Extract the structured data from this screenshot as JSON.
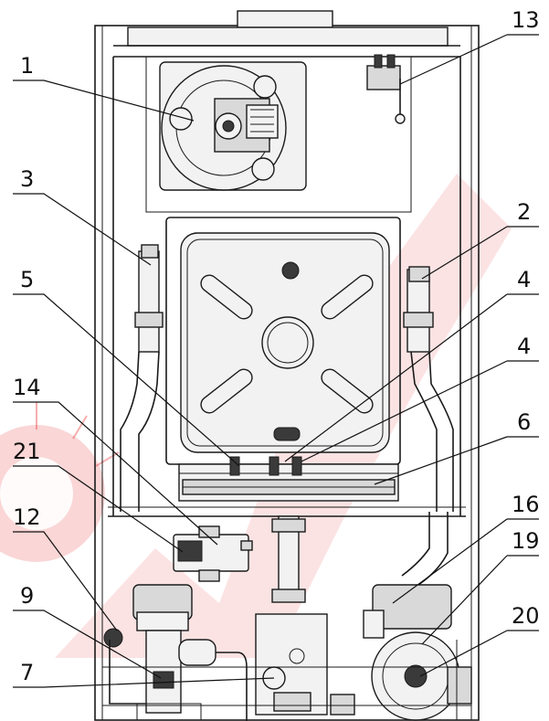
{
  "labels": [
    {
      "id": "1",
      "text": "1"
    },
    {
      "id": "13",
      "text": "13"
    },
    {
      "id": "3",
      "text": "3"
    },
    {
      "id": "2",
      "text": "2"
    },
    {
      "id": "5",
      "text": "5"
    },
    {
      "id": "4a",
      "text": "4"
    },
    {
      "id": "4b",
      "text": "4"
    },
    {
      "id": "14",
      "text": "14"
    },
    {
      "id": "6",
      "text": "6"
    },
    {
      "id": "21",
      "text": "21"
    },
    {
      "id": "16",
      "text": "16"
    },
    {
      "id": "12",
      "text": "12"
    },
    {
      "id": "19",
      "text": "19"
    },
    {
      "id": "9",
      "text": "9"
    },
    {
      "id": "20",
      "text": "20"
    },
    {
      "id": "7",
      "text": "7"
    }
  ],
  "watermark": {
    "color": "#e41b1b"
  },
  "colors": {
    "line": "#1a1a1a",
    "fill": "#d9d9d9"
  }
}
